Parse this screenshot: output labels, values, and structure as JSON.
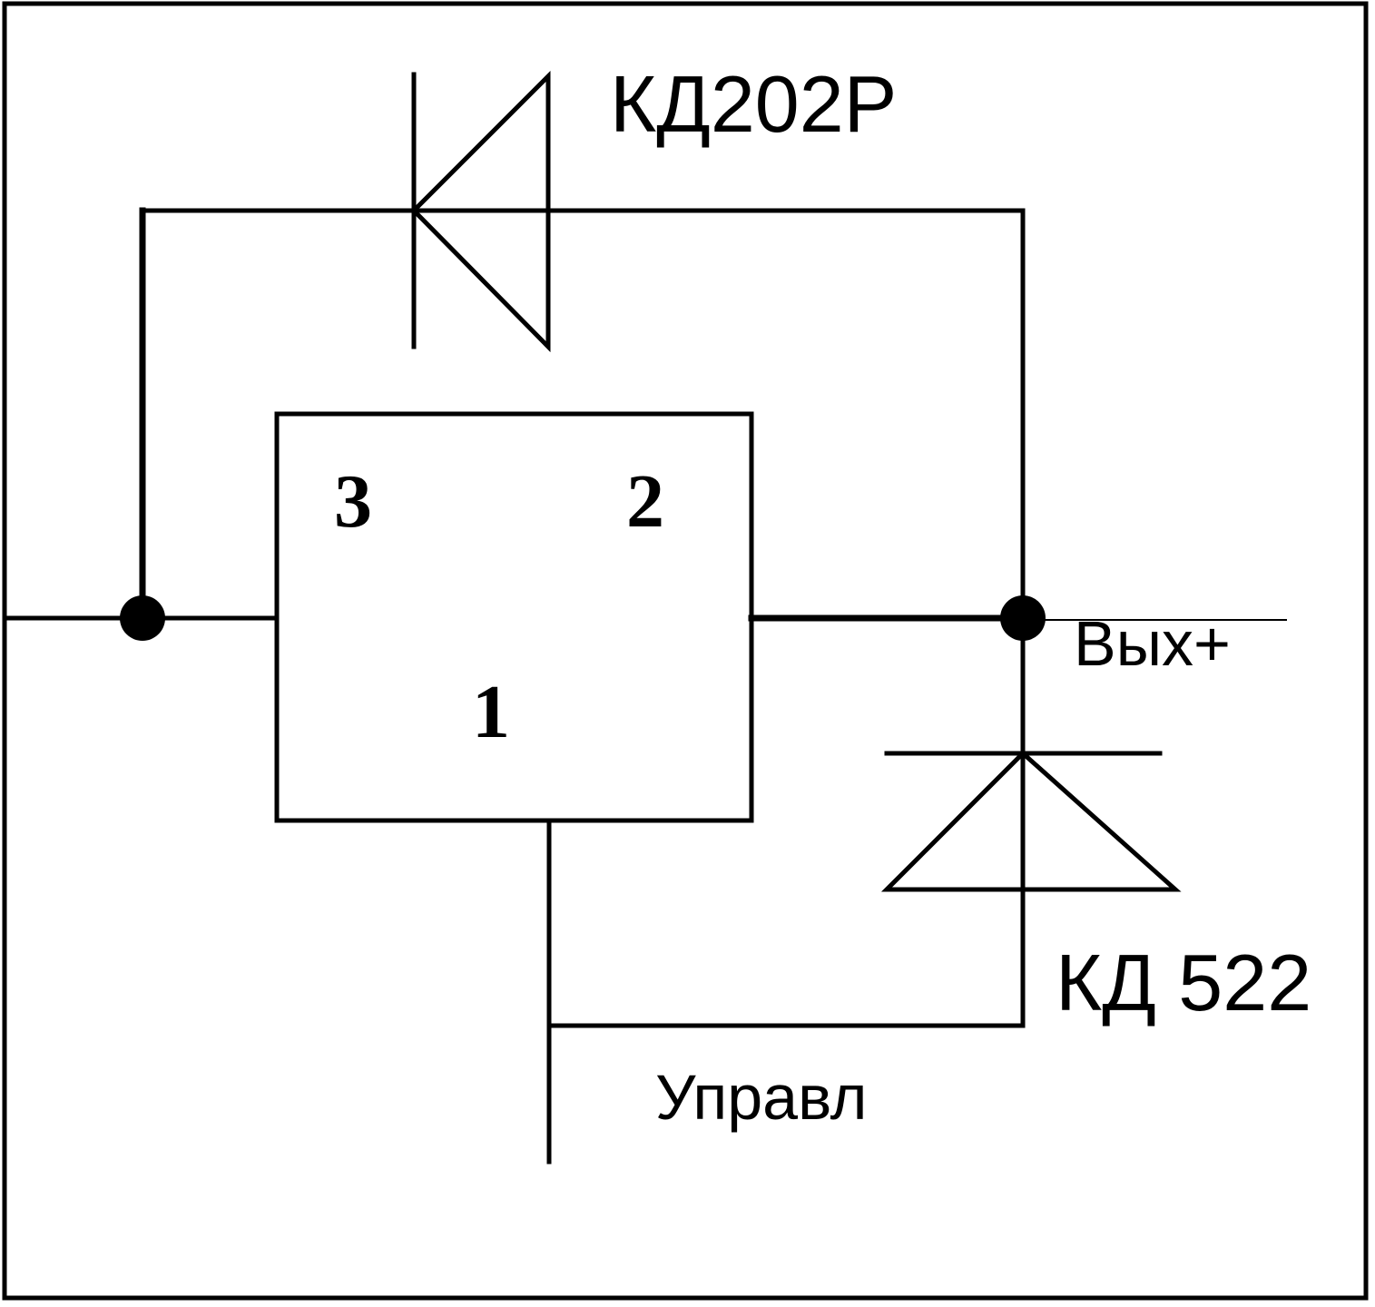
{
  "diagram": {
    "component_labels": {
      "diode_top": "КД202Р",
      "diode_bottom": "КД 522"
    },
    "pin_labels": {
      "pin3": "3",
      "pin2": "2",
      "pin1": "1"
    },
    "terminal_labels": {
      "output": "Вых+",
      "control": "Управл"
    },
    "colors": {
      "line": "#000000",
      "background": "#ffffff"
    }
  }
}
